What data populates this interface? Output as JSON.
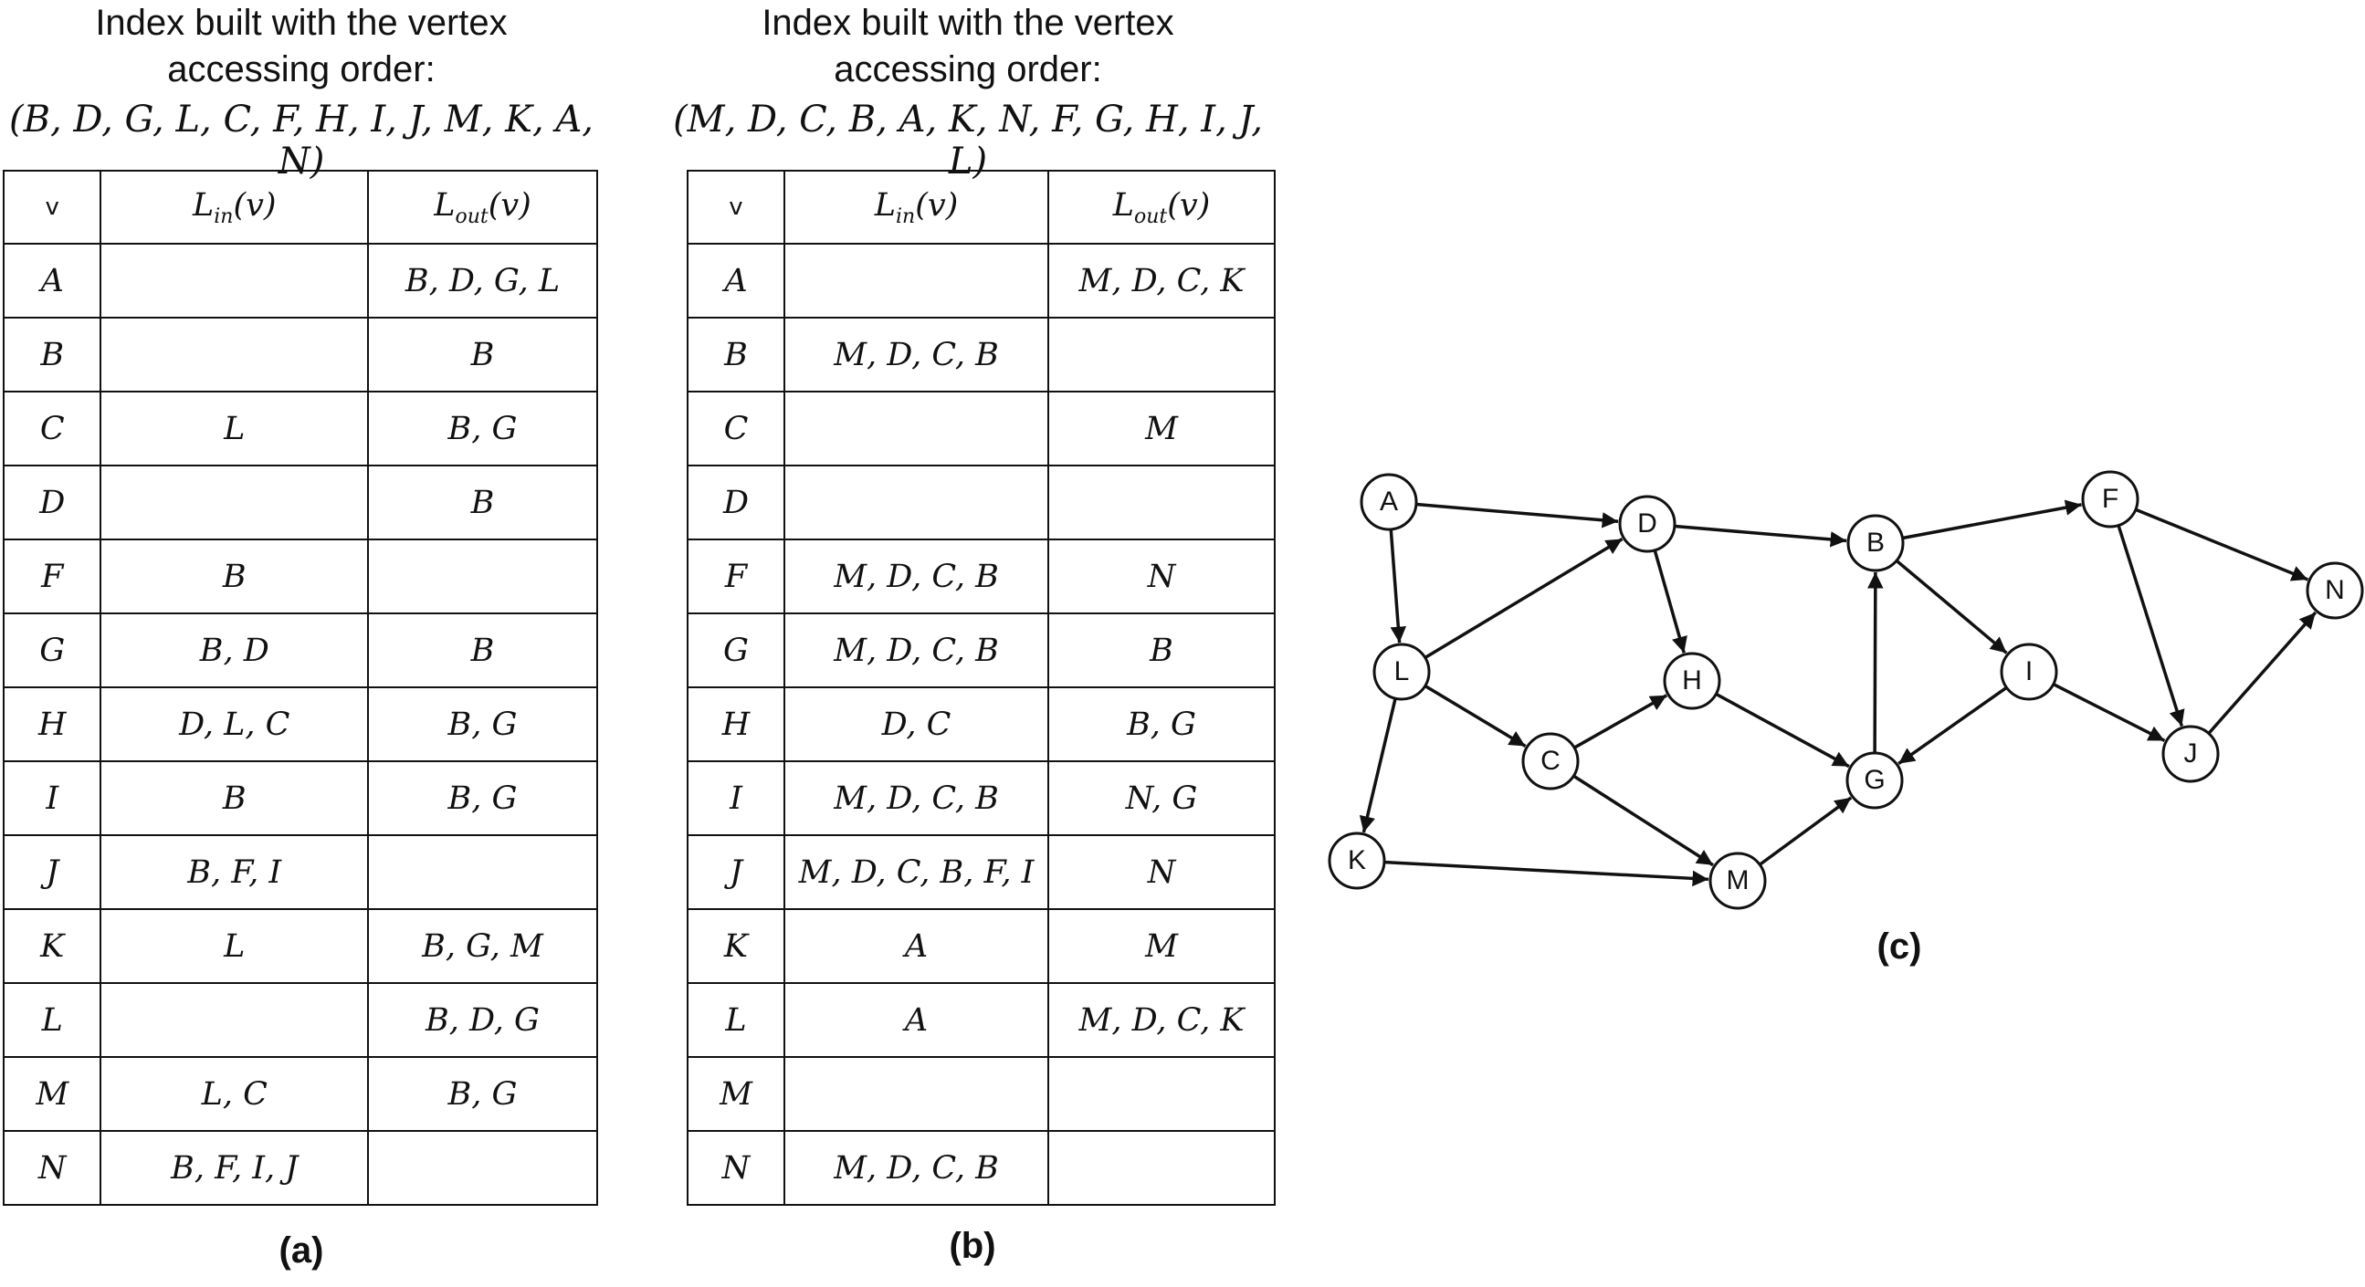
{
  "panel_a": {
    "caption_line1": "Index built with the vertex",
    "caption_line2": "accessing order:",
    "order": "(B, D, G, L, C, F, H, I, J, M, K, A, N)",
    "label": "(a)",
    "header": {
      "v": "v",
      "lin_main": "L",
      "lin_sub": "in",
      "lin_arg": "(v)",
      "lout_main": "L",
      "lout_sub": "out",
      "lout_arg": "(v)"
    },
    "rows": [
      {
        "v": "A",
        "lin": "",
        "lout": "B, D, G, L"
      },
      {
        "v": "B",
        "lin": "",
        "lout": "B"
      },
      {
        "v": "C",
        "lin": "L",
        "lout": "B, G"
      },
      {
        "v": "D",
        "lin": "",
        "lout": "B"
      },
      {
        "v": "F",
        "lin": "B",
        "lout": ""
      },
      {
        "v": "G",
        "lin": "B, D",
        "lout": "B"
      },
      {
        "v": "H",
        "lin": "D, L, C",
        "lout": "B, G"
      },
      {
        "v": "I",
        "lin": "B",
        "lout": "B, G"
      },
      {
        "v": "J",
        "lin": "B, F, I",
        "lout": ""
      },
      {
        "v": "K",
        "lin": "L",
        "lout": "B, G, M"
      },
      {
        "v": "L",
        "lin": "",
        "lout": "B, D, G"
      },
      {
        "v": "M",
        "lin": "L, C",
        "lout": "B, G"
      },
      {
        "v": "N",
        "lin": "B, F, I, J",
        "lout": ""
      }
    ]
  },
  "panel_b": {
    "caption_line1": "Index built with the vertex",
    "caption_line2": "accessing order:",
    "order": "(M, D, C, B, A, K, N, F, G, H, I, J, L)",
    "label": "(b)",
    "header": {
      "v": "v",
      "lin_main": "L",
      "lin_sub": "in",
      "lin_arg": "(v)",
      "lout_main": "L",
      "lout_sub": "out",
      "lout_arg": "(v)"
    },
    "rows": [
      {
        "v": "A",
        "lin": "",
        "lout": "M, D, C, K"
      },
      {
        "v": "B",
        "lin": "M, D, C, B",
        "lout": ""
      },
      {
        "v": "C",
        "lin": "",
        "lout": "M"
      },
      {
        "v": "D",
        "lin": "",
        "lout": ""
      },
      {
        "v": "F",
        "lin": "M, D, C, B",
        "lout": "N"
      },
      {
        "v": "G",
        "lin": "M, D, C, B",
        "lout": "B"
      },
      {
        "v": "H",
        "lin": "D, C",
        "lout": "B, G"
      },
      {
        "v": "I",
        "lin": "M, D, C, B",
        "lout": "N, G"
      },
      {
        "v": "J",
        "lin": "M, D, C, B, F, I",
        "lout": "N"
      },
      {
        "v": "K",
        "lin": "A",
        "lout": "M"
      },
      {
        "v": "L",
        "lin": "A",
        "lout": "M, D, C, K"
      },
      {
        "v": "M",
        "lin": "",
        "lout": ""
      },
      {
        "v": "N",
        "lin": "M, D, C, B",
        "lout": ""
      }
    ]
  },
  "panel_c": {
    "label": "(c)",
    "nodes": [
      {
        "id": "A",
        "label": "A"
      },
      {
        "id": "D",
        "label": "D"
      },
      {
        "id": "B",
        "label": "B"
      },
      {
        "id": "F",
        "label": "F"
      },
      {
        "id": "N",
        "label": "N"
      },
      {
        "id": "L",
        "label": "L"
      },
      {
        "id": "H",
        "label": "H"
      },
      {
        "id": "I",
        "label": "I"
      },
      {
        "id": "C",
        "label": "C"
      },
      {
        "id": "G",
        "label": "G"
      },
      {
        "id": "J",
        "label": "J"
      },
      {
        "id": "K",
        "label": "K"
      },
      {
        "id": "M",
        "label": "M"
      }
    ],
    "edges": [
      {
        "from": "A",
        "to": "D"
      },
      {
        "from": "A",
        "to": "L"
      },
      {
        "from": "L",
        "to": "D"
      },
      {
        "from": "L",
        "to": "C"
      },
      {
        "from": "L",
        "to": "K"
      },
      {
        "from": "D",
        "to": "B"
      },
      {
        "from": "D",
        "to": "H"
      },
      {
        "from": "C",
        "to": "H"
      },
      {
        "from": "C",
        "to": "M"
      },
      {
        "from": "K",
        "to": "M"
      },
      {
        "from": "H",
        "to": "G"
      },
      {
        "from": "M",
        "to": "G"
      },
      {
        "from": "G",
        "to": "B"
      },
      {
        "from": "B",
        "to": "F"
      },
      {
        "from": "B",
        "to": "I"
      },
      {
        "from": "I",
        "to": "G"
      },
      {
        "from": "I",
        "to": "J"
      },
      {
        "from": "F",
        "to": "N"
      },
      {
        "from": "F",
        "to": "J"
      },
      {
        "from": "J",
        "to": "N"
      }
    ]
  }
}
